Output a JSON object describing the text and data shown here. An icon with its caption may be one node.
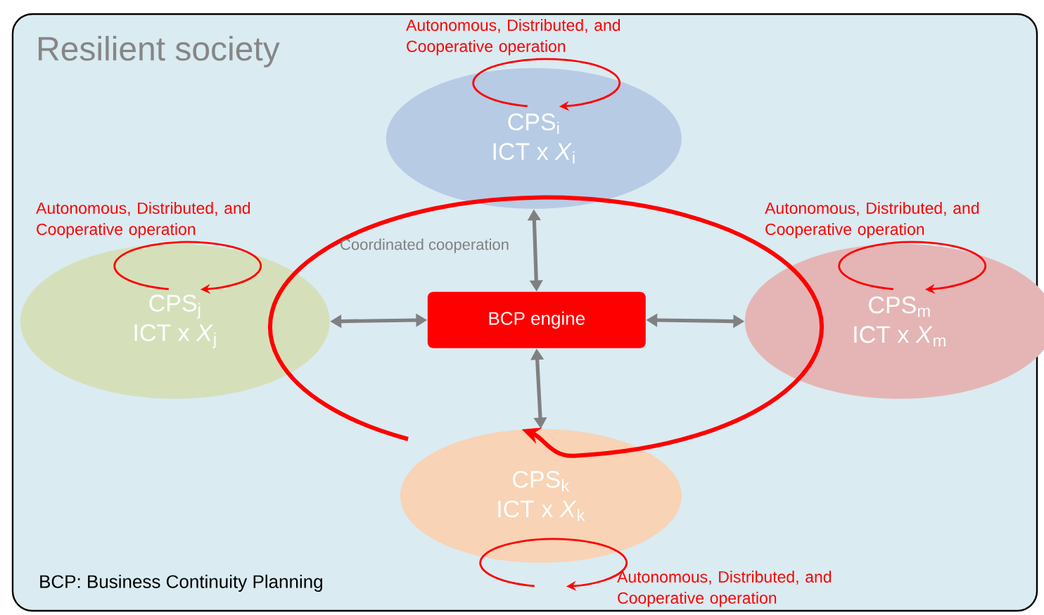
{
  "diagram": {
    "nodes": [
      {
        "text": [
          "Resilient society"
        ]
      },
      {
        "text": [
          "CPS$_{i}$",
          "ICT x *X*$_{i}$"
        ],
        "in": 0,
        "beside": [
          "Autonomous, Distributed, and Cooperative operation"
        ]
      },
      {
        "text": [
          "CPS$_{j}$",
          "ICT x *X*$_{j}$"
        ],
        "in": 0,
        "beside": [
          "Autonomous, Distributed, and Cooperative operation"
        ]
      },
      {
        "text": [
          "BCP engine"
        ],
        "in": 0
      },
      {
        "text": [
          "CPS$_{m}$",
          "ICT x *X*$_{m}$"
        ],
        "in": 0,
        "beside": [
          "Autonomous, Distributed, and Cooperative operation"
        ]
      },
      {
        "text": [
          "CPS$_{k}$",
          "ICT x *X*$_{k}$"
        ],
        "in": 0,
        "beside": [
          "Autonomous, Distributed, and Cooperative operation"
        ]
      }
    ],
    "edges": [
      {
        "from": 1,
        "to": 1,
        "arrow": "to",
        "color": "#ff0000"
      },
      {
        "from": 2,
        "to": 2,
        "arrow": "to",
        "color": "#ff0000"
      },
      {
        "from": 4,
        "to": 4,
        "arrow": "to",
        "color": "#ff0000"
      },
      {
        "from": 5,
        "to": 5,
        "arrow": "to",
        "color": "#ff0000"
      },
      {
        "from": 3,
        "to": 1,
        "arrow": "both",
        "color": "#808080"
      },
      {
        "from": 3,
        "to": 2,
        "arrow": "both",
        "color": "#808080"
      },
      {
        "from": 3,
        "to": 4,
        "arrow": "both",
        "color": "#808080"
      },
      {
        "from": 3,
        "to": 5,
        "arrow": "both",
        "color": "#808080"
      },
      {
        "from": null,
        "to": 5,
        "arrow": "to",
        "label": "Coordinated cooperation",
        "color": "#ff0000"
      }
    ],
    "labels": [
      "BCP: Business Continuity Planning"
    ]
  }
}
